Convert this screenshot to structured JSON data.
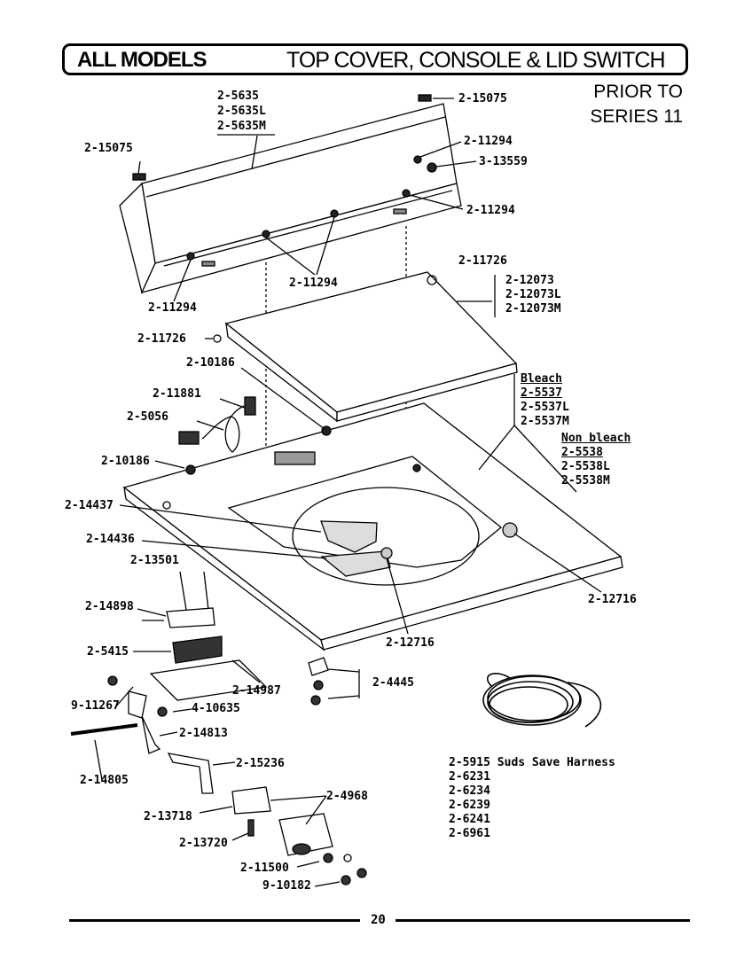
{
  "header": {
    "models": "ALL MODELS",
    "title": "TOP COVER, CONSOLE & LID SWITCH"
  },
  "series_note": {
    "line1": "PRIOR TO",
    "line2": "SERIES 11"
  },
  "labels": {
    "p2_5635": "2-5635",
    "p2_5635L": "2-5635L",
    "p2_5635M": "2-5635M",
    "p2_15075_top": "2-15075",
    "p2_15075_left": "2-15075",
    "p2_11294_a": "2-11294",
    "p3_13559": "3-13559",
    "p2_11294_b": "2-11294",
    "p2_11294_c": "2-11294",
    "p2_11294_d": "2-11294",
    "p2_11726_r": "2-11726",
    "p2_12073": "2-12073",
    "p2_12073L": "2-12073L",
    "p2_12073M": "2-12073M",
    "p2_11726_l": "2-11726",
    "p2_10186_a": "2-10186",
    "p2_11881": "2-11881",
    "p2_5056": "2-5056",
    "p2_10186_b": "2-10186",
    "bleach": "Bleach",
    "p2_5537": "2-5537",
    "p2_5537L": "2-5537L",
    "p2_5537M": "2-5537M",
    "non_bleach": "Non bleach",
    "p2_5538": "2-5538",
    "p2_5538L": "2-5538L",
    "p2_5538M": "2-5538M",
    "p2_14437": "2-14437",
    "p2_14436": "2-14436",
    "p2_13501": "2-13501",
    "p2_14898": "2-14898",
    "p2_12716_r": "2-12716",
    "p2_5415": "2-5415",
    "p2_12716_c": "2-12716",
    "p2_4445": "2-4445",
    "p2_14987": "2-14987",
    "p9_11267": "9-11267",
    "p4_10635": "4-10635",
    "p2_14813": "2-14813",
    "p2_15236": "2-15236",
    "p2_14805": "2-14805",
    "p2_4968": "2-4968",
    "p2_13718": "2-13718",
    "p2_13720": "2-13720",
    "p2_11500": "2-11500",
    "p9_10182": "9-10182"
  },
  "harness": {
    "lines": [
      "2-5915 Suds Save Harness",
      "2-6231",
      "2-6234",
      "2-6239",
      "2-6241",
      "2-6961"
    ]
  },
  "page_number": "20"
}
